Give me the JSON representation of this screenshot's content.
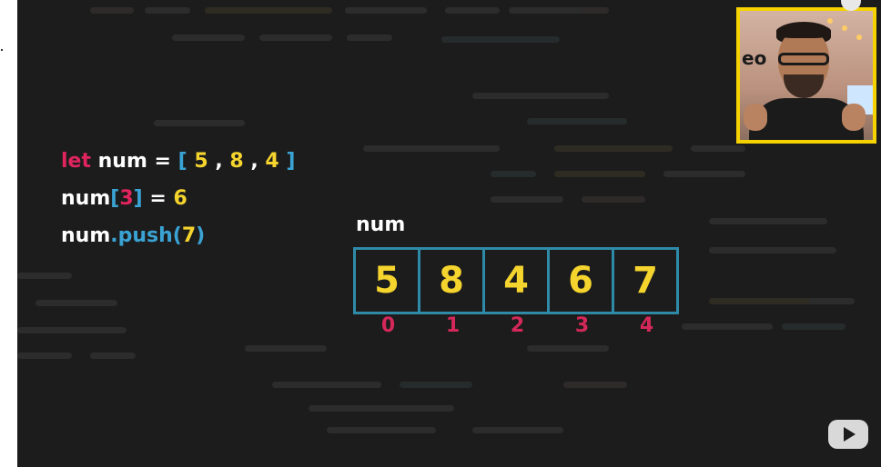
{
  "code_lines": {
    "line1": {
      "kw": "let",
      "ident": " num = ",
      "open": "[",
      "v1": " 5",
      "sep1": " , ",
      "v2": "8",
      "sep2": " , ",
      "v3": "4",
      "close": " ]"
    },
    "line2": {
      "ident": "num",
      "open": "[",
      "index": "3",
      "close": "]",
      "eq": " = ",
      "value": "6"
    },
    "line3": {
      "ident": "num",
      "dot_method": ".push(",
      "arg": "7",
      "close": ")"
    }
  },
  "array_view": {
    "name": "num",
    "values": [
      "5",
      "8",
      "4",
      "6",
      "7"
    ],
    "indices": [
      "0",
      "1",
      "2",
      "3",
      "4"
    ]
  },
  "colors": {
    "keyword": "#e0245e",
    "bracket": "#3aa3d4",
    "number": "#f5d42e",
    "index": "#d4285a",
    "box_border": "#2f8aa8",
    "webcam_border": "#f5d200",
    "background": "#1c1c1c"
  },
  "webcam": {
    "logo_text": "eo"
  },
  "icons": {
    "watermark": "youtube-play-icon"
  }
}
